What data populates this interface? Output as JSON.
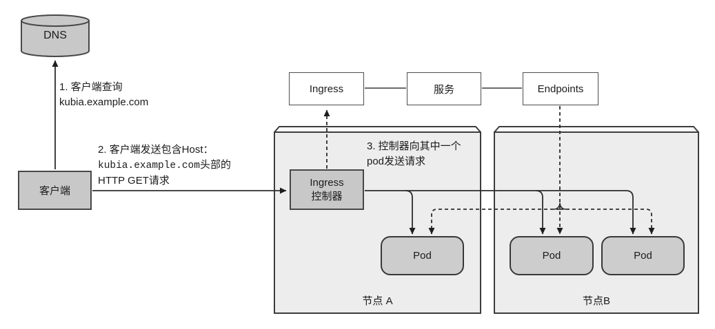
{
  "diagram": {
    "dns_label": "DNS",
    "client_label": "客户端",
    "top_boxes": {
      "ingress_label": "Ingress",
      "service_label": "服务",
      "endpoints_label": "Endpoints"
    },
    "ingress_controller": {
      "line1": "Ingress",
      "line2": "控制器"
    },
    "nodes": {
      "node_a_label": "节点 A",
      "node_b_label": "节点B"
    },
    "pods": [
      {
        "label": "Pod"
      },
      {
        "label": "Pod"
      },
      {
        "label": "Pod"
      }
    ],
    "steps": {
      "step1": {
        "line1": "1. 客户端查询",
        "line2": "kubia.example.com"
      },
      "step2": {
        "line1": "2. 客户端发送包含Host：",
        "line2_mono": "kubia.example.com",
        "line2_suffix": "头部的",
        "line3": "HTTP GET请求"
      },
      "step3": {
        "line1": "3. 控制器向其中一个",
        "line2": "pod发送请求"
      }
    },
    "edges": [
      {
        "from": "client",
        "to": "dns",
        "style": "solid-arrow"
      },
      {
        "from": "client",
        "to": "ingress-controller",
        "style": "solid-arrow"
      },
      {
        "from": "ingress",
        "to": "service",
        "style": "solid-line"
      },
      {
        "from": "service",
        "to": "endpoints",
        "style": "solid-line"
      },
      {
        "from": "ingress-controller",
        "to": "ingress",
        "style": "dashed-arrow"
      },
      {
        "from": "ingress-controller",
        "to": "pod-node-a",
        "style": "solid-arrow"
      },
      {
        "from": "ingress-controller",
        "to": "pod-node-b-1",
        "style": "solid-arrow"
      },
      {
        "from": "ingress-controller",
        "to": "pod-node-b-2",
        "style": "solid-arrow"
      },
      {
        "from": "endpoints",
        "to": "pod-node-a",
        "style": "dashed-arrow"
      },
      {
        "from": "endpoints",
        "to": "pod-node-b-1",
        "style": "dashed-arrow"
      },
      {
        "from": "endpoints",
        "to": "pod-node-b-2",
        "style": "dashed-arrow"
      }
    ],
    "colors": {
      "gray_box_fill": "#c8c8c8",
      "node_fill": "#ededed",
      "node_top_fill": "#fafafa",
      "white_box_fill": "#ffffff",
      "pod_fill": "#cdcdcd",
      "line": "#2b2b2b"
    }
  }
}
